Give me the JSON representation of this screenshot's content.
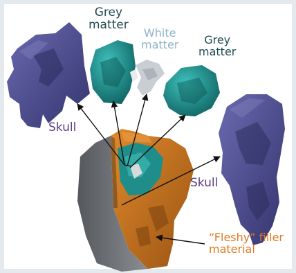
{
  "labels": {
    "grey_matter_left": {
      "line1": "Grey",
      "line2": "matter"
    },
    "white_matter": {
      "line1": "White",
      "line2": "matter"
    },
    "grey_matter_right": {
      "line1": "Grey",
      "line2": "matter"
    },
    "skull_left": "Skull",
    "skull_right": "Skull",
    "filler": {
      "line1": "“Fleshy” filler",
      "line2": "material"
    }
  },
  "colors": {
    "grey_matter_label": "#1f4b52",
    "white_matter_label": "#8fb3c9",
    "skull_label": "#5b3c85",
    "filler_label": "#e2781e",
    "skull": "#4a4a8a",
    "grey_matter": "#1e8f8d",
    "white_matter": "#c7ccd2",
    "filler": "#c9731d",
    "outer_shell": "#6f7277"
  }
}
